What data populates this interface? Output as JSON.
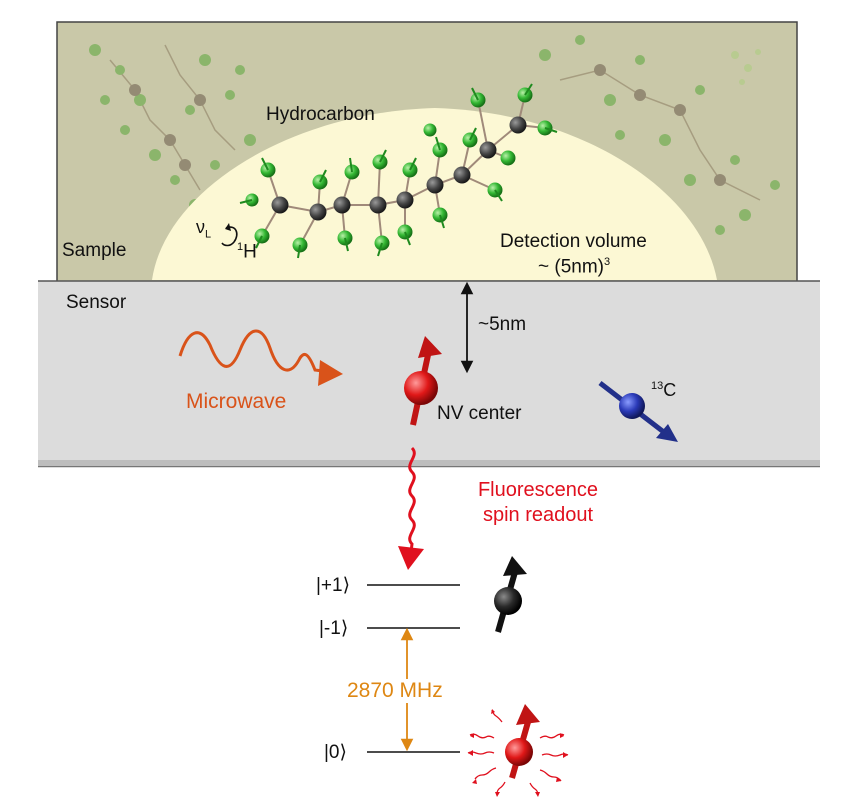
{
  "labels": {
    "hydrocarbon": "Hydrocarbon",
    "sample": "Sample",
    "sensor": "Sensor",
    "larmor_nu": "ν",
    "larmor_sub": "L",
    "h_mass": "1",
    "h_symbol": "H",
    "detection_volume": "Detection volume",
    "detection_size": "~ (5nm)",
    "detection_exp": "3",
    "depth": "~5nm",
    "microwave": "Microwave",
    "nv_center": "NV center",
    "c_mass": "13",
    "c_symbol": "C",
    "fluorescence_line1": "Fluorescence",
    "fluorescence_line2": "spin readout",
    "state_plus1": "|+1⟩",
    "state_minus1": "|-1⟩",
    "state_zero": "|0⟩",
    "splitting": "2870 MHz"
  },
  "colors": {
    "sample_bg": "#c9c8a8",
    "detection_volume_fill": "#fcf8d4",
    "sensor_bg": "#dcdcdc",
    "microwave": "#d9531a",
    "fluorescence": "#e0101e",
    "splitting": "#de8713",
    "proton": "#2fb52f",
    "carbon": "#3a3a3a",
    "c13": "#2233a0",
    "nv_spin": "#d81818"
  }
}
